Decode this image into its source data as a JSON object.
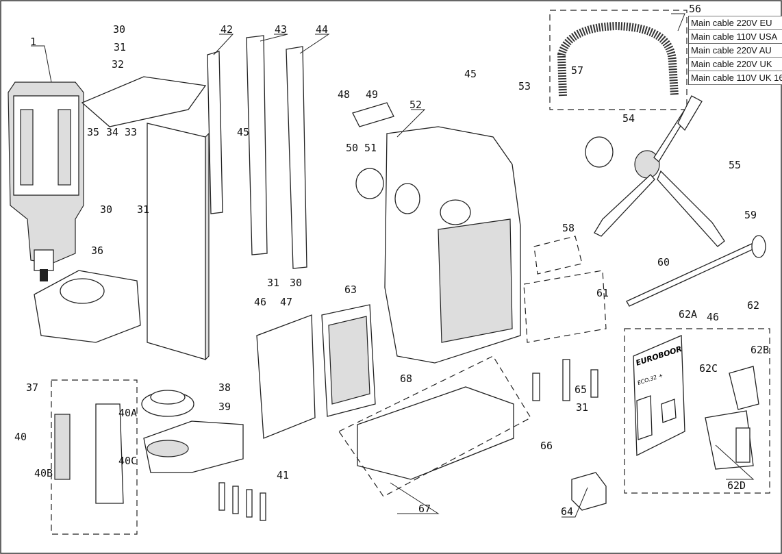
{
  "cable_table": [
    "Main cable 220V EU",
    "Main cable 110V USA",
    "Main cable 220V AU",
    "Main cable 220V UK",
    "Main cable 110V UK 16"
  ],
  "faceplate": {
    "brand": "EUROBOOR",
    "model": "ECO.32 +"
  },
  "labels": [
    "1",
    "30",
    "31",
    "32",
    "35",
    "34",
    "33",
    "42",
    "43",
    "44",
    "45",
    "30",
    "31",
    "36",
    "31",
    "30",
    "37",
    "40",
    "40A",
    "40B",
    "40C",
    "38",
    "39",
    "41",
    "46",
    "47",
    "63",
    "48",
    "49",
    "52",
    "45",
    "53",
    "50",
    "51",
    "56",
    "57",
    "54",
    "55",
    "58",
    "59",
    "60",
    "61",
    "62",
    "62A",
    "46",
    "62B",
    "62C",
    "62D",
    "68",
    "65",
    "31",
    "66",
    "67",
    "64"
  ]
}
